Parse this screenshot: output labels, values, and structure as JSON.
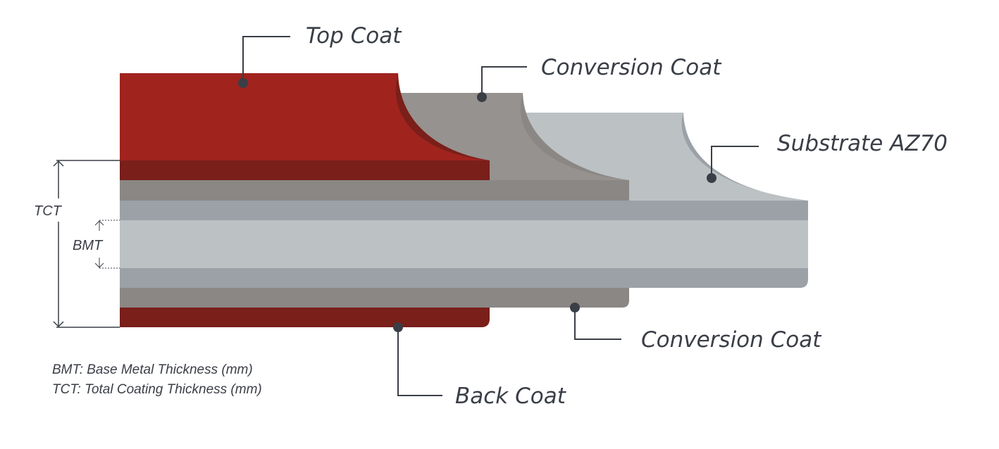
{
  "labels": {
    "top_coat": "Top Coat",
    "conversion_coat_top": "Conversion Coat",
    "substrate": "Substrate AZ70",
    "conversion_coat_bottom": "Conversion Coat",
    "back_coat": "Back Coat"
  },
  "dimensions": {
    "tct": "TCT",
    "bmt": "BMT"
  },
  "legend": {
    "bmt_note": "BMT: Base Metal Thickness (mm)",
    "tct_note": "TCT: Total Coating Thickness (mm)"
  },
  "colors": {
    "top_coat": "#a0231e",
    "back_coat": "#7a1f1a",
    "conversion_coat_light": "#96928f",
    "conversion_coat": "#8a8785",
    "metallic_coating": "#9ba1a7",
    "substrate_core": "#bcc1c3",
    "text": "#3a3e46"
  }
}
